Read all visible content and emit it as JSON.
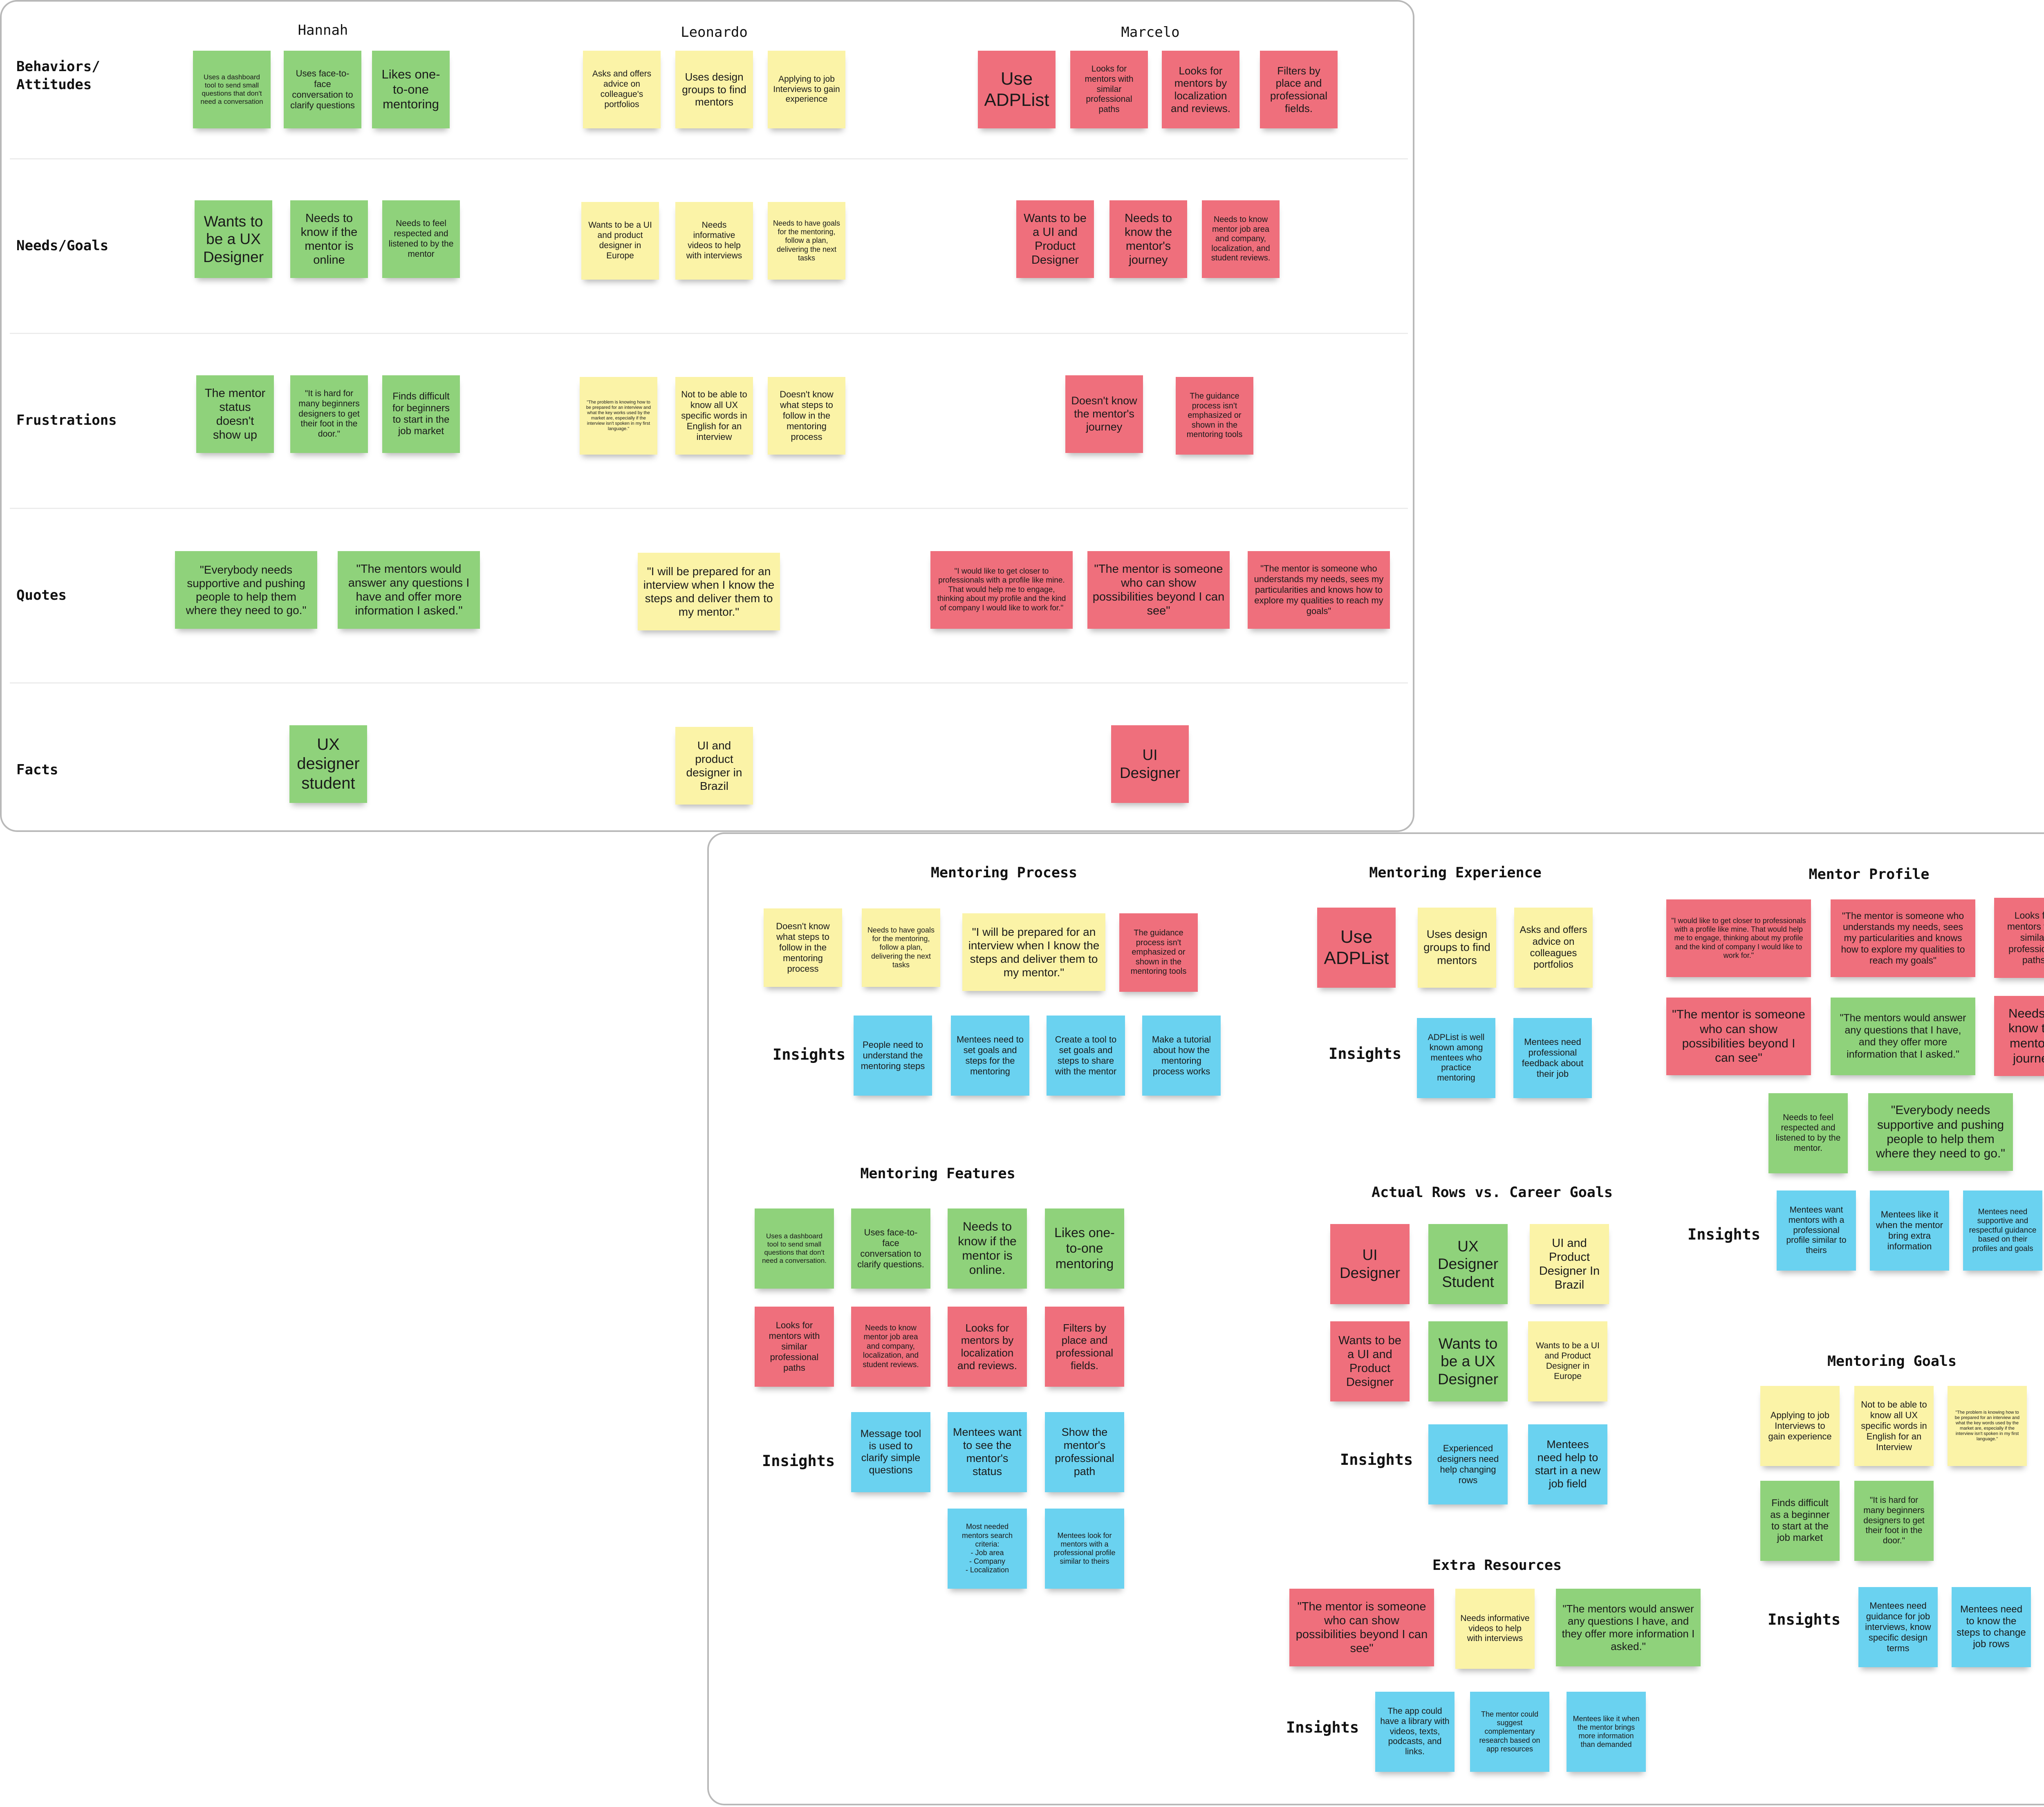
{
  "colors": {
    "green": "#8fd27b",
    "yellow": "#fbf3a7",
    "red": "#ef6f7c",
    "blue": "#6ad2f0"
  },
  "persona_board": {
    "personas": [
      "Hannah",
      "Leonardo",
      "Marcelo"
    ],
    "rows": [
      "Behaviors/\nAttitudes",
      "Needs/Goals",
      "Frustrations",
      "Quotes",
      "Facts"
    ],
    "notes": {
      "hb1": "Uses a dashboard tool to send small questions that don't need a conversation",
      "hb2": "Uses face-to-face conversation to clarify questions",
      "hb3": "Likes one-to-one mentoring",
      "lb1": "Asks and offers advice on colleague's portfolios",
      "lb2": "Uses design groups to find mentors",
      "lb3": "Applying to job Interviews to gain experience",
      "mb1": "Use ADPList",
      "mb2": "Looks for mentors with similar professional paths",
      "mb3": "Looks for mentors by localization and reviews.",
      "mb4": "Filters by place and professional fields.",
      "hn1": "Wants to be a UX Designer",
      "hn2": "Needs to know if the mentor is online",
      "hn3": "Needs to feel respected and listened to by the mentor",
      "ln1": "Wants to be a UI and product designer in Europe",
      "ln2": "Needs informative videos to help with interviews",
      "ln3": "Needs to have goals for the mentoring, follow a plan, delivering the next tasks",
      "mn1": "Wants to be a UI and Product Designer",
      "mn2": "Needs to know the mentor's journey",
      "mn3": "Needs to know mentor job area and company, localization, and student reviews.",
      "hf1": "The mentor status doesn't show up",
      "hf2": "\"It is hard for many beginners designers to get their foot in the door.\"",
      "hf3": "Finds difficult for beginners to start in the job market",
      "lf1": "\"The problem is knowing how to be prepared for an interview and what the key works used by the market are, especially if the interview isn't spoken in my first language.\"",
      "lf2": "Not to be able to know all UX specific words in English for an interview",
      "lf3": "Doesn't know what steps to follow in the mentoring process",
      "mf1": "Doesn't know the mentor's journey",
      "mf2": "The guidance process isn't emphasized or shown in the mentoring tools",
      "hq1": "\"Everybody needs supportive and pushing people to help them where they need to go.\"",
      "hq2": "\"The mentors would answer any questions I have and offer more information I asked.\"",
      "lq1": "\"I will be prepared for an interview when I know the steps and deliver them to my mentor.\"",
      "mq1": "\"I would like to get closer to professionals with a profile like mine. That would help me to engage, thinking about my profile and the kind of company I would like to work for.\"",
      "mq2": "\"The mentor is someone who can show possibilities beyond I can see\"",
      "mq3": "\"The mentor is someone who understands my needs, sees my particularities and knows how to explore my qualities to reach my goals\"",
      "hfa1": "UX designer student",
      "lfa1": "UI and product designer in Brazil",
      "mfa1": "UI Designer"
    }
  },
  "affinity_board": {
    "insights_label": "Insights",
    "sections": {
      "process": {
        "title": "Mentoring Process",
        "notes": [
          "Doesn't know what steps to follow in the mentoring process",
          "Needs to have goals for the mentoring, follow a plan, delivering the next tasks",
          "\"I will be prepared for an interview when I know the steps and deliver them to my mentor.\"",
          "The guidance process isn't emphasized or shown in the mentoring tools"
        ],
        "insights": [
          "People need to understand the mentoring steps",
          "Mentees need to set goals and steps for the mentoring",
          "Create a tool to set goals and steps to share with the mentor",
          "Make a tutorial about how the mentoring process works"
        ]
      },
      "experience": {
        "title": "Mentoring Experience",
        "notes": [
          "Use ADPList",
          "Uses design groups to find mentors",
          "Asks and offers  advice on colleagues portfolios"
        ],
        "insights": [
          "ADPList is well known among mentees who practice mentoring",
          "Mentees need professional feedback about their job"
        ]
      },
      "profile": {
        "title": "Mentor Profile",
        "notes": [
          "\"I would like to get closer to professionals with a profile like mine. That would help me to engage, thinking about my profile and the kind of company I would like to work for.\"",
          "\"The mentor is someone who understands my needs, sees my particularities and knows how to explore my qualities to reach my goals\"",
          "Looks for mentors with similar professional paths",
          "\"The mentor is someone who can show possibilities beyond I can see\"",
          "\"The mentors would answer any questions that I have, and they offer more information that I asked.\"",
          "Needs to know the mentor's journey",
          "Needs to feel respected and listened to by the mentor.",
          "\"Everybody needs supportive and pushing people to help them where they need to go.\""
        ],
        "insights": [
          "Mentees want mentors with a professional profile similar to theirs",
          "Mentees like it when the mentor bring extra information",
          "Mentees need supportive and respectful guidance based on their profiles and goals"
        ]
      },
      "features": {
        "title": "Mentoring Features",
        "notes": [
          "Uses a dashboard tool to send small questions that don't need  a conversation.",
          "Uses face-to-face conversation to clarify questions.",
          "Needs to know if the mentor is online.",
          "Likes one-to-one mentoring",
          "Looks for mentors with similar professional paths",
          "Needs to know mentor job area and company, localization, and student reviews.",
          "Looks for mentors by localization and reviews.",
          "Filters by place and professional fields."
        ],
        "insights": [
          "Message tool is used to clarify simple questions",
          "Mentees want to see the mentor's status",
          "Show the mentor's professional path",
          "Most needed mentors search criteria:\n- Job area\n- Company\n- Localization",
          "Mentees look for mentors with a professional profile similar to theirs"
        ]
      },
      "career": {
        "title": "Actual Rows vs. Career Goals",
        "notes": [
          "UI Designer",
          "UX Designer Student",
          "UI and Product Designer In Brazil",
          "Wants to be a UI and Product Designer",
          "Wants to be a UX Designer",
          "Wants to be a UI and Product Designer in Europe"
        ],
        "insights": [
          "Experienced designers need help changing rows",
          "Mentees need help to start in a new job field"
        ]
      },
      "goals": {
        "title": "Mentoring Goals",
        "notes": [
          "Applying to job Interviews to gain experience",
          "Not to be able to know all UX specific words in English for an Interview",
          "\"The problem is knowing how to be prepared for an interview and what the key words used by the market are, especially if the interview isn't spoken in my first language.\"",
          "Finds difficult as a beginner to start at the job market",
          "\"It is hard for many beginners designers to get their foot in the door.\""
        ],
        "insights": [
          "Mentees need guidance for job interviews, know specific design terms",
          "Mentees need to know the steps to change job rows"
        ]
      },
      "extra": {
        "title": "Extra Resources",
        "notes": [
          "\"The mentor is someone who can show possibilities beyond I can see\"",
          "Needs informative videos to help with interviews",
          "\"The mentors would answer any questions I have, and they offer more information I asked.\""
        ],
        "insights": [
          "The app could have a library with videos, texts, podcasts, and links.",
          "The mentor could suggest complementary research based on app resources",
          "Mentees like it when the mentor brings more information than demanded"
        ]
      }
    }
  }
}
